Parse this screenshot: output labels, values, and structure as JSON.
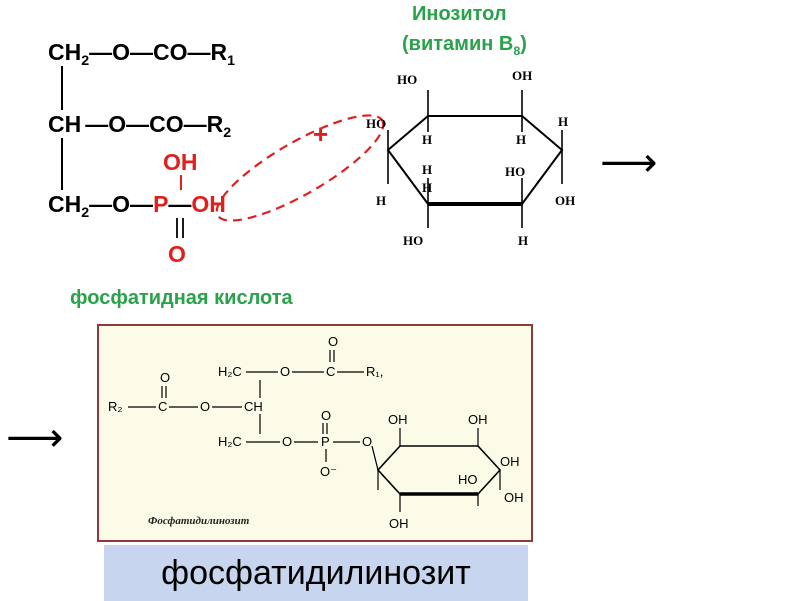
{
  "reactant": {
    "row1": {
      "group": "CH",
      "sub": "2",
      "chain": "—O—CO—R",
      "r_sub": "1"
    },
    "row2": {
      "group": "CH",
      "chain": "—O—CO—R",
      "r_sub": "2"
    },
    "row3": {
      "group": "CH",
      "sub": "2",
      "chain": "—O—",
      "p": "P",
      "dash": "—",
      "oh_right": "OH"
    },
    "oh_top": "OH",
    "o_bottom": "O",
    "label": "фосфатидная кислота"
  },
  "plus": "+",
  "inositol": {
    "title_line1": "Инозитол",
    "title_line2_prefix": "(витамин B",
    "title_line2_sub": "8",
    "title_line2_suffix": ")",
    "labels": {
      "ho_top_left": "HO",
      "oh_top_right": "OH",
      "h_top_left": "H",
      "h_top_right": "H",
      "ho_left": "HO",
      "h_right": "H",
      "h_left_lower": "H",
      "ho_inner_right": "HO",
      "h_inner_left": "H",
      "h_far_left": "H",
      "oh_far_right": "OH",
      "ho_bottom_left": "HO",
      "h_bottom_right": "H"
    }
  },
  "arrow_right": "⟶",
  "arrow_left": "⟶",
  "product": {
    "caption": "Фосфатидилинозит",
    "labels": {
      "o_top1": "O",
      "h2c_top": "H₂C",
      "o_ester1": "O",
      "c1": "C",
      "r1": "R₁,",
      "o_top2": "O",
      "r2": "R₂",
      "c2": "C",
      "o_ester2": "O",
      "ch": "CH",
      "h2c_bottom": "H₂C",
      "o_phos": "O",
      "p": "P",
      "o_link": "O",
      "o_p_top": "O",
      "o_p_bottom": "O⁻",
      "oh_ring_tl": "OH",
      "oh_ring_tr": "OH",
      "ho_ring_r": "HO",
      "oh_ring_far_r": "OH",
      "oh_ring_br": "OH",
      "oh_ring_b": "OH"
    }
  },
  "bottom_label": "фосфатидилинозит"
}
